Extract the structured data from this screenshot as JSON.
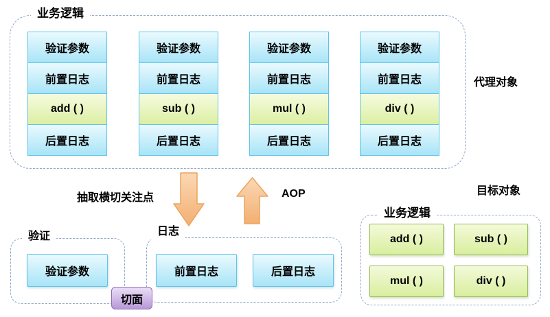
{
  "proxy": {
    "group_label": "业务逻辑",
    "side_label": "代理对象",
    "columns": [
      [
        "验证参数",
        "前置日志",
        "add ( )",
        "后置日志"
      ],
      [
        "验证参数",
        "前置日志",
        "sub ( )",
        "后置日志"
      ],
      [
        "验证参数",
        "前置日志",
        "mul ( )",
        "后置日志"
      ],
      [
        "验证参数",
        "前置日志",
        "div ( )",
        "后置日志"
      ]
    ]
  },
  "middle": {
    "extract_label": "抽取横切关注点",
    "aop_label": "AOP",
    "down_arrow_icon": "down-block-arrow",
    "up_arrow_icon": "up-block-arrow"
  },
  "aspect": {
    "validation": {
      "group_label": "验证",
      "items": [
        "验证参数"
      ]
    },
    "logging": {
      "group_label": "日志",
      "items": [
        "前置日志",
        "后置日志"
      ]
    },
    "badge": "切面"
  },
  "target": {
    "title": "目标对象",
    "group_label": "业务逻辑",
    "items": [
      "add ( )",
      "sub ( )",
      "mul ( )",
      "div ( )"
    ]
  },
  "colors": {
    "dash_border": "#8fa6c9",
    "cell_blue_top": "#eafafe",
    "cell_blue_bottom": "#a8e4f7",
    "cell_blue_border": "#5fc3e8",
    "cell_green_top": "#f5fbdf",
    "cell_green_bottom": "#dcefa3",
    "green_border": "#94ba55",
    "arrow_fill_top": "#fbd8b4",
    "arrow_fill_bottom": "#f3af72",
    "arrow_stroke": "#e9a55e",
    "aspect_purple_top": "#ecdff6",
    "aspect_purple_bottom": "#b698d8",
    "aspect_border": "#8e6cb8"
  }
}
